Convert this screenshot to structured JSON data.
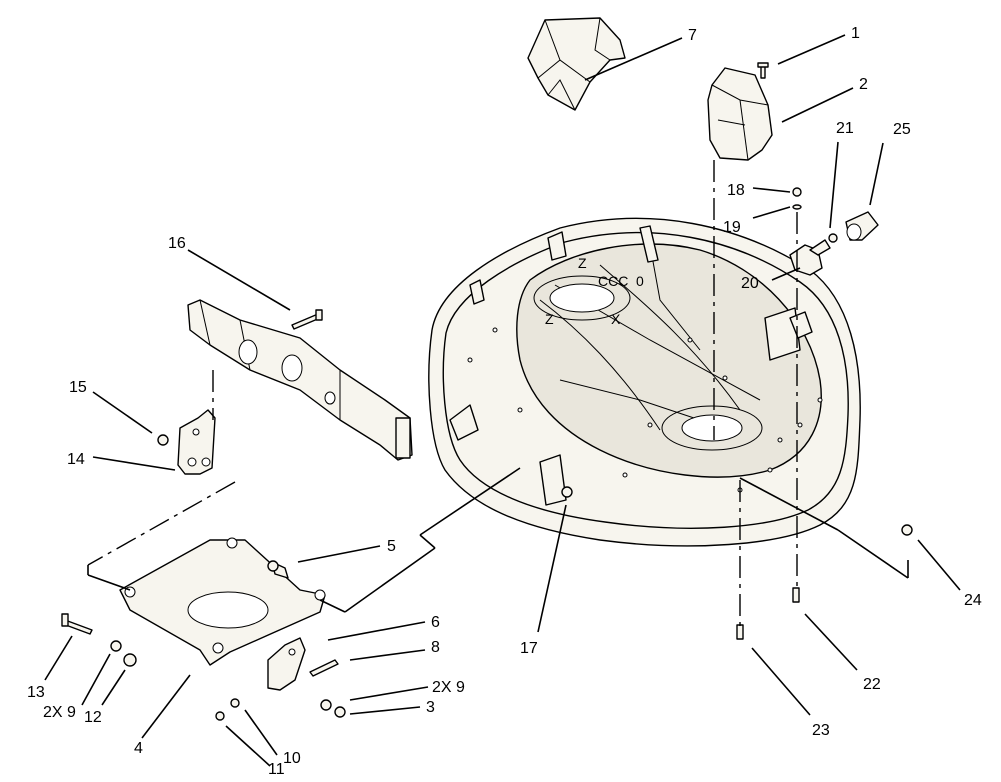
{
  "callouts": [
    {
      "id": "1",
      "label": "1"
    },
    {
      "id": "2",
      "label": "2"
    },
    {
      "id": "3",
      "label": "3"
    },
    {
      "id": "4",
      "label": "4"
    },
    {
      "id": "5",
      "label": "5"
    },
    {
      "id": "6",
      "label": "6"
    },
    {
      "id": "7",
      "label": "7"
    },
    {
      "id": "8",
      "label": "8"
    },
    {
      "id": "9a",
      "label": "2X 9"
    },
    {
      "id": "9b",
      "label": "2X 9"
    },
    {
      "id": "10",
      "label": "10"
    },
    {
      "id": "11",
      "label": "11"
    },
    {
      "id": "12",
      "label": "12"
    },
    {
      "id": "13",
      "label": "13"
    },
    {
      "id": "14",
      "label": "14"
    },
    {
      "id": "15",
      "label": "15"
    },
    {
      "id": "16",
      "label": "16"
    },
    {
      "id": "17",
      "label": "17"
    },
    {
      "id": "18",
      "label": "18"
    },
    {
      "id": "19",
      "label": "19"
    },
    {
      "id": "20",
      "label": "20"
    },
    {
      "id": "21",
      "label": "21"
    },
    {
      "id": "22",
      "label": "22"
    },
    {
      "id": "23",
      "label": "23"
    },
    {
      "id": "24",
      "label": "24"
    },
    {
      "id": "25",
      "label": "25"
    }
  ],
  "deck_markings": {
    "top": "Z",
    "center": "CCC",
    "center_suffix": "0",
    "left": "Z",
    "right": "X"
  }
}
